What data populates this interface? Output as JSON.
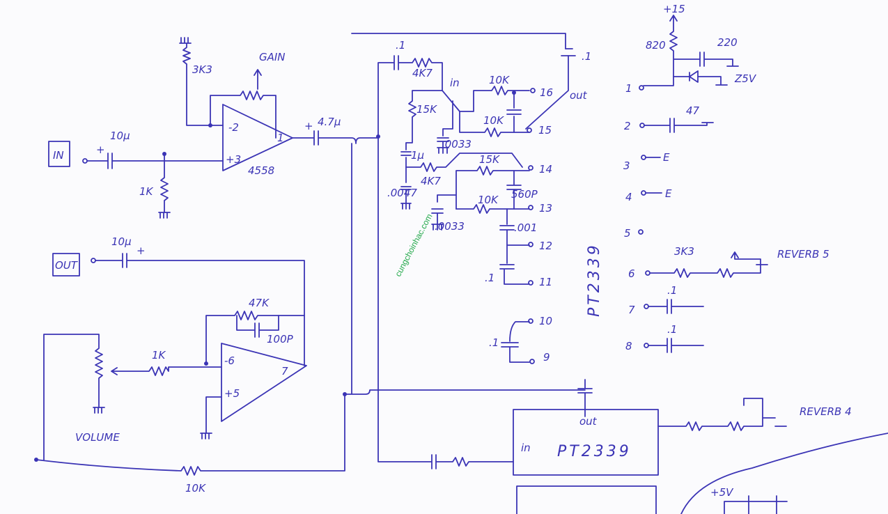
{
  "input_stage": {
    "in_label": "IN",
    "cap_in": "10µ",
    "cap_in_pol": "+",
    "r_ground": "1K",
    "r_feedback": "3K3",
    "gain_label": "GAIN",
    "opamp": "4558",
    "pin_inv": "-2",
    "pin_noninv": "+3",
    "pin_out": "1",
    "cap_out": "4.7µ",
    "cap_out_pol": "+"
  },
  "output_stage": {
    "out_label": "OUT",
    "cap_out": "10µ",
    "cap_pol": "+",
    "r_feedback": "47K",
    "c_feedback": "100P",
    "r_in": "1K",
    "pin_inv": "-6",
    "pin_noninv": "+5",
    "pin_out": "7",
    "volume_label": "VOLUME",
    "r_mix": "10K"
  },
  "pt2339_pins_right": {
    "c_top": ".1",
    "r_top": "4K7",
    "in_label": "in",
    "out_label": "out",
    "r_15k_a": "15K",
    "r_10k_a": "10K",
    "r_10k_b": "10K",
    "c_0033_a": ".0033",
    "c_1u": "1µ",
    "r_4k7_b": "4K7",
    "c_0047": ".0047",
    "r_15k_b": "15K",
    "c_560p": "560P",
    "r_10k_c": "10K",
    "c_0033_b": ".0033",
    "c_001": ".001",
    "c_1_a": ".1",
    "c_1_b": ".1",
    "pins": [
      "16",
      "15",
      "14",
      "13",
      "12",
      "11",
      "10",
      "9"
    ]
  },
  "chip_label": "PT2339",
  "pt2339_pins_left": {
    "supply": "+15",
    "r_820": "820",
    "c_220": "220",
    "zener": "Z5V",
    "c_47": "47",
    "pins": [
      "1",
      "2",
      "3",
      "4",
      "5",
      "6",
      "7",
      "8"
    ],
    "pin3_label": "E",
    "pin4_label": "E",
    "r_3k3": "3K3",
    "reverb5": "REVERB 5",
    "c_7": ".1",
    "c_8": ".1"
  },
  "second_chip": {
    "label": "PT2339",
    "in_label": "in",
    "out_label": "out",
    "reverb4": "REVERB 4",
    "supply": "+5V"
  },
  "watermark": "cungchoinhac.com"
}
